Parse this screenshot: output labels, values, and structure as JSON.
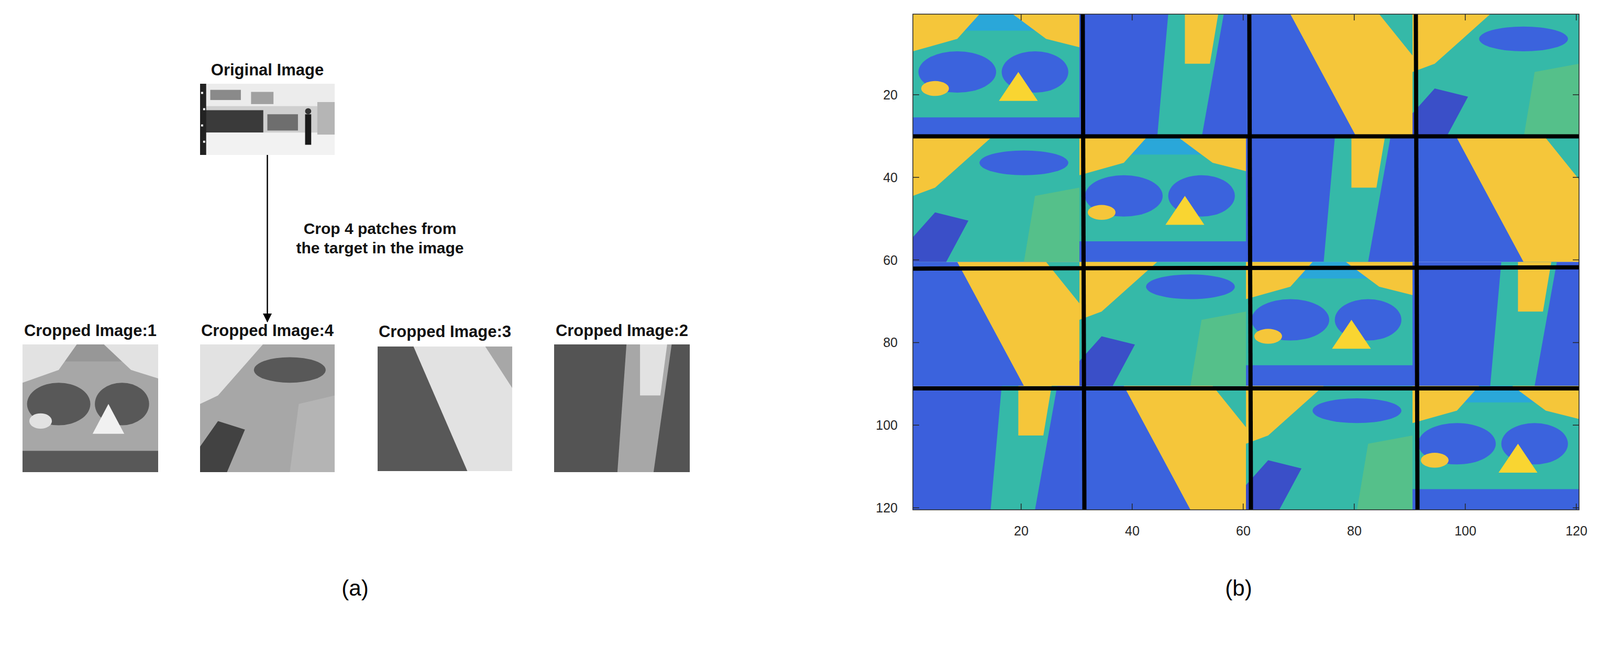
{
  "diagram": {
    "nodes": [
      {
        "text": [
          "Original Image"
        ]
      },
      {
        "text": [
          "Cropped Image:1"
        ]
      },
      {
        "text": [
          "Cropped Image:4"
        ]
      },
      {
        "text": [
          "Cropped Image:3"
        ]
      },
      {
        "text": [
          "Cropped Image:2"
        ]
      }
    ],
    "edges": [
      {
        "from": 0,
        "to": 2,
        "arrow": "to",
        "label": "Crop 4 patches from the target in the image"
      }
    ],
    "labels": [
      "(a)",
      "(b)",
      "20",
      "40",
      "60",
      "80",
      "100",
      "120",
      "20",
      "40",
      "60",
      "80",
      "100",
      "120"
    ]
  }
}
